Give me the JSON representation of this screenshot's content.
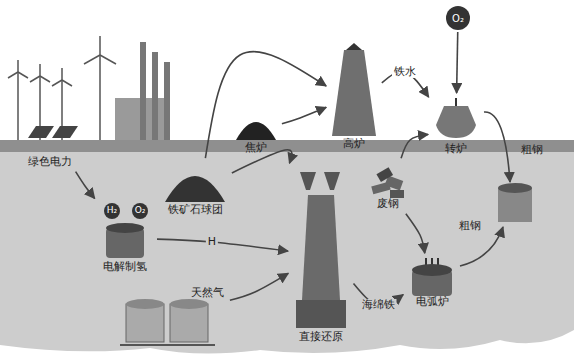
{
  "diagram": {
    "nodes": [
      {
        "text": [
          "O₂"
        ]
      },
      {
        "text": [
          "绿色电力"
        ]
      },
      {
        "text": [
          "焦炉"
        ]
      },
      {
        "text": [
          "高炉"
        ]
      },
      {
        "text": [
          "转炉"
        ]
      },
      {
        "text": [
          "铁矿石球团"
        ]
      },
      {
        "text": [
          "废钢"
        ]
      },
      {
        "text": [
          "电解制氢"
        ]
      },
      {
        "text": [
          "天然气"
        ]
      },
      {
        "text": [
          "直接还原"
        ]
      },
      {
        "text": [
          "电弧炉"
        ]
      }
    ],
    "edges": [
      {
        "from": 1,
        "to": 7,
        "arrow": "to"
      },
      {
        "from": 7,
        "to": 9,
        "label": "H",
        "arrow": "to"
      },
      {
        "from": 8,
        "to": 9,
        "arrow": "to"
      },
      {
        "from": 5,
        "to": 3,
        "arrow": "to"
      },
      {
        "from": 5,
        "to": 9,
        "arrow": "to"
      },
      {
        "from": 2,
        "to": 3,
        "arrow": "to"
      },
      {
        "from": 3,
        "to": 4,
        "label": "铁水",
        "arrow": "to"
      },
      {
        "from": 0,
        "to": 4,
        "arrow": "to"
      },
      {
        "from": 6,
        "to": 4,
        "arrow": "to"
      },
      {
        "from": 6,
        "to": 10,
        "arrow": "to"
      },
      {
        "from": 9,
        "to": 10,
        "label": "海绵铁",
        "arrow": "to"
      }
    ],
    "labels": [
      "H₂",
      "O₂",
      "粗钢",
      "粗钢"
    ]
  }
}
